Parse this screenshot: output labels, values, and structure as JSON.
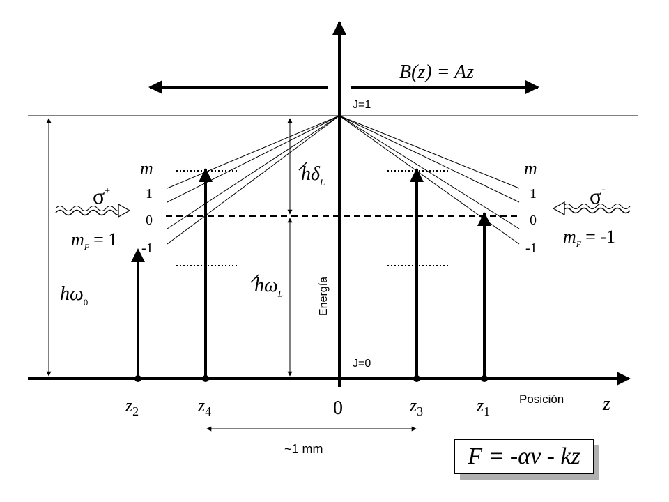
{
  "field_formula": "B(z) = Az",
  "upper_level": "J=1",
  "lower_level": "J=0",
  "energy_axis_label": "Energía",
  "position_axis_label": "Posición",
  "z_axis_symbol": "z",
  "origin_label": "0",
  "m_header_left": "m",
  "m_header_right": "m",
  "sublevels_left": [
    "1",
    "0",
    "-1"
  ],
  "sublevels_right": [
    "1",
    "0",
    "-1"
  ],
  "sigma_plus": {
    "base": "σ",
    "sign": "+"
  },
  "sigma_minus": {
    "base": "σ",
    "sign": "-"
  },
  "mF_left": {
    "base": "m",
    "sub": "F",
    "value": "= 1"
  },
  "mF_right": {
    "base": "m",
    "sub": "F",
    "value": "= -1"
  },
  "h_omega0": {
    "base": "hω",
    "sub": "0"
  },
  "h_omegaL": {
    "base": "hω",
    "sub": "L"
  },
  "h_deltaL": {
    "base": "hδ",
    "sub": "L"
  },
  "positions": [
    {
      "base": "z",
      "sub": "2"
    },
    {
      "base": "z",
      "sub": "4"
    },
    {
      "base": "z",
      "sub": "3"
    },
    {
      "base": "z",
      "sub": "1"
    }
  ],
  "scale_label": "~1 mm",
  "force_formula": "F = -αv - kz"
}
